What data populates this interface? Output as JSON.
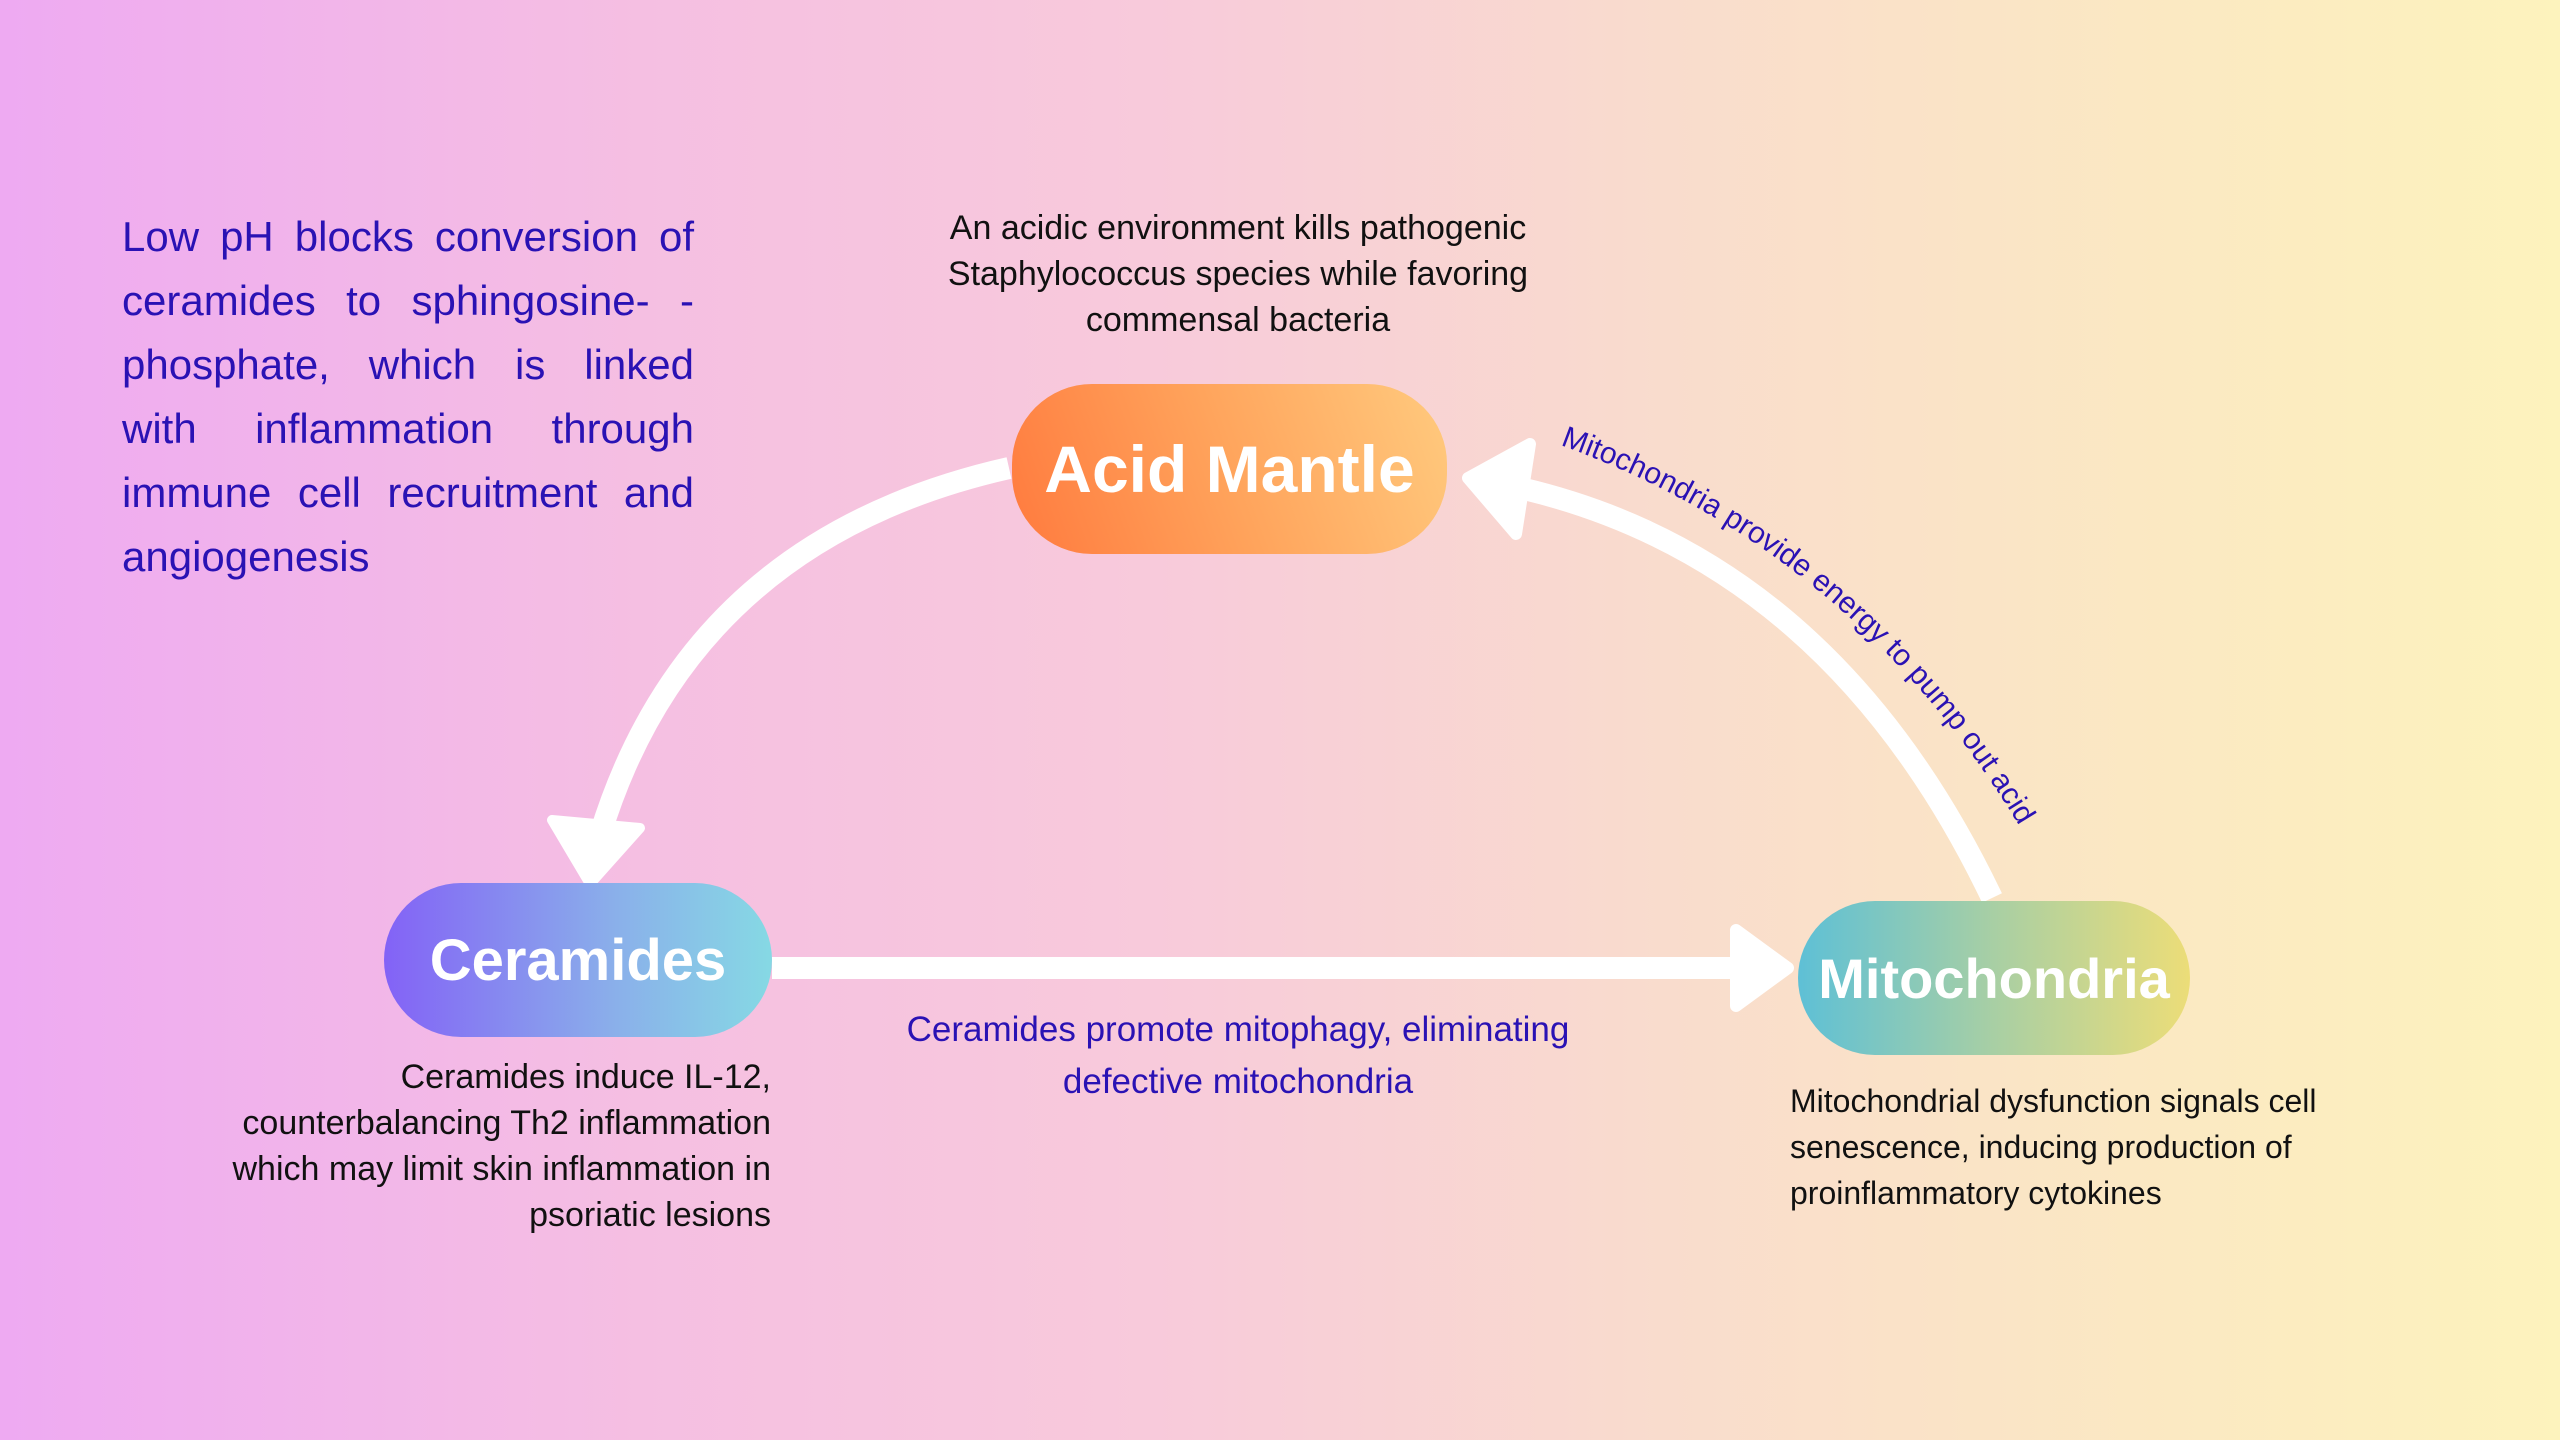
{
  "nodes": {
    "acid_mantle": "Acid Mantle",
    "ceramides": "Ceramides",
    "mitochondria": "Mitochondria"
  },
  "notes": {
    "left": "Low pH blocks conversion of ceramides to sphingosine- -phosphate, which is linked with inflammation through immune cell recruitment and angiogenesis",
    "acid_mantle": "An acidic environment kills pathogenic Staphylococcus species while favoring commensal bacteria",
    "ceramides": "Ceramides induce IL-12, counterbalancing Th2 inflammation which may limit skin inflammation in psoriatic lesions",
    "mitochondria": "Mitochondrial dysfunction signals cell senescence, inducing production of proinflammatory cytokines"
  },
  "edges": {
    "ceramides_to_mitochondria": "Ceramides promote mitophagy, eliminating defective mitochondria",
    "mitochondria_to_acid_mantle": "Mitochondria provide energy to pump out acid"
  },
  "colors": {
    "label_blue": "#2a12b4",
    "arrow": "#ffffff"
  }
}
